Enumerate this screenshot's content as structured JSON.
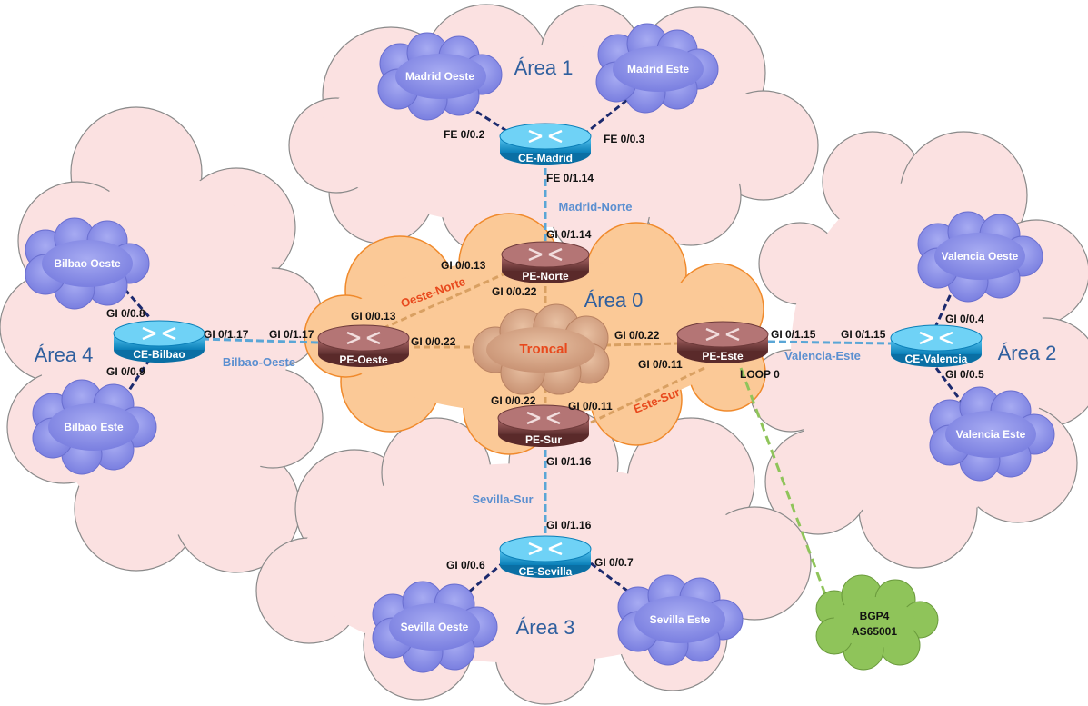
{
  "colors": {
    "area_cloud_fill": "#fbe1e1",
    "area_cloud_stroke": "#8a8a8a",
    "backbone_fill": "#fbc997",
    "backbone_stroke": "#f08a2c",
    "site_cloud_fill": "#8e93ea",
    "core_fill": "#d9a98a",
    "ce_router": "#1aa0d8",
    "pe_router": "#8b4b4b",
    "bgp_fill": "#8fc45a",
    "ce_link": "#5aa6d6",
    "pe_link": "#d9a062",
    "site_link": "#1c2a6e",
    "bgp_link": "#8fc45a",
    "link_label_blue": "#5b8fd0",
    "link_label_orange": "#e8491d"
  },
  "areas": {
    "area1": "Área 1",
    "area0": "Área 0",
    "area2": "Área 2",
    "area3": "Área 3",
    "area4": "Área 4"
  },
  "core": {
    "label": "Troncal"
  },
  "sites": {
    "madrid_oeste": "Madrid Oeste",
    "madrid_este": "Madrid Este",
    "bilbao_oeste": "Bilbao Oeste",
    "bilbao_este": "Bilbao Este",
    "valencia_oeste": "Valencia Oeste",
    "valencia_este": "Valencia Este",
    "sevilla_oeste": "Sevilla Oeste",
    "sevilla_este": "Sevilla Este"
  },
  "routers": {
    "ce_madrid": "CE-Madrid",
    "ce_bilbao": "CE-Bilbao",
    "ce_valencia": "CE-Valencia",
    "ce_sevilla": "CE-Sevilla",
    "pe_norte": "PE-Norte",
    "pe_oeste": "PE-Oeste",
    "pe_este": "PE-Este",
    "pe_sur": "PE-Sur"
  },
  "bgp": {
    "line1": "BGP4",
    "line2": "AS65001"
  },
  "links": {
    "madrid_norte": "Madrid-Norte",
    "bilbao_oeste": "Bilbao-Oeste",
    "valencia_este": "Valencia-Este",
    "sevilla_sur": "Sevilla-Sur",
    "oeste_norte": "Oeste-Norte",
    "este_sur": "Este-Sur"
  },
  "interfaces": {
    "ce_madrid_fe02": "FE 0/0.2",
    "ce_madrid_fe03": "FE 0/0.3",
    "ce_madrid_fe114": "FE 0/1.14",
    "pe_norte_gi114": "GI 0/1.14",
    "pe_norte_gi013": "GI 0/0.13",
    "pe_norte_gi022": "GI 0/0.22",
    "pe_oeste_gi013": "GI 0/0.13",
    "pe_oeste_gi022": "GI 0/0.22",
    "pe_oeste_gi117": "GI 0/1.17",
    "ce_bilbao_gi117": "GI 0/1.17",
    "ce_bilbao_gi08": "GI 0/0.8",
    "ce_bilbao_gi09": "GI 0/0.9",
    "pe_este_gi022": "GI 0/0.22",
    "pe_este_gi011": "GI 0/0.11",
    "pe_este_gi115": "GI 0/1.15",
    "pe_este_loop0": "LOOP 0",
    "ce_valencia_gi115": "GI 0/1.15",
    "ce_valencia_gi04": "GI 0/0.4",
    "ce_valencia_gi05": "GI 0/0.5",
    "pe_sur_gi022": "GI 0/0.22",
    "pe_sur_gi011": "GI 0/0.11",
    "pe_sur_gi116": "GI 0/1.16",
    "ce_sevilla_gi116": "GI 0/1.16",
    "ce_sevilla_gi06": "GI 0/0.6",
    "ce_sevilla_gi07": "GI 0/0.7"
  }
}
